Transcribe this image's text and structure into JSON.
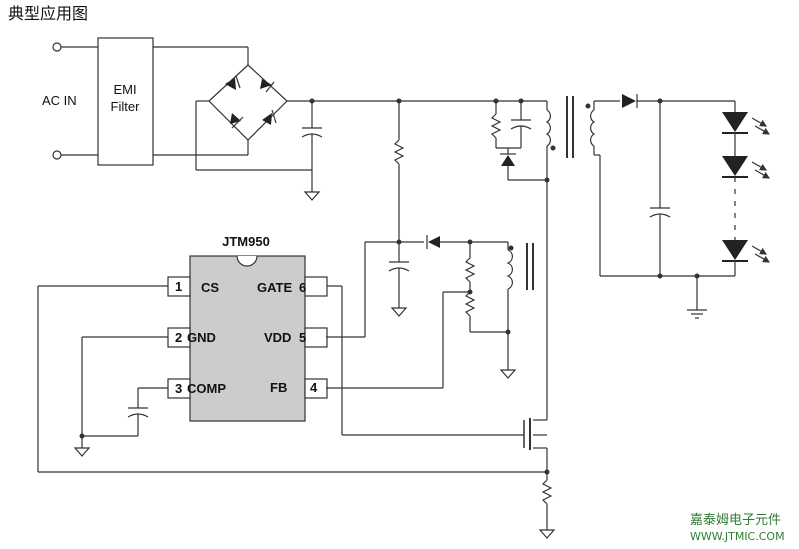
{
  "title": "典型应用图",
  "input_label": "AC IN",
  "emi": {
    "line1": "EMI",
    "line2": "Filter"
  },
  "ic": {
    "name": "JTM950",
    "pins": [
      {
        "num": "1",
        "name": "CS"
      },
      {
        "num": "2",
        "name": "GND"
      },
      {
        "num": "3",
        "name": "COMP"
      },
      {
        "num": "4",
        "name": "FB"
      },
      {
        "num": "5",
        "name": "VDD"
      },
      {
        "num": "6",
        "name": "GATE"
      }
    ]
  },
  "watermark": {
    "line1": "嘉泰姆电子元件",
    "line2": "WWW.JTMIC.COM"
  },
  "colors": {
    "wire": "#333333",
    "ic_body": "#cccccc",
    "watermark": "#2e7d32"
  }
}
